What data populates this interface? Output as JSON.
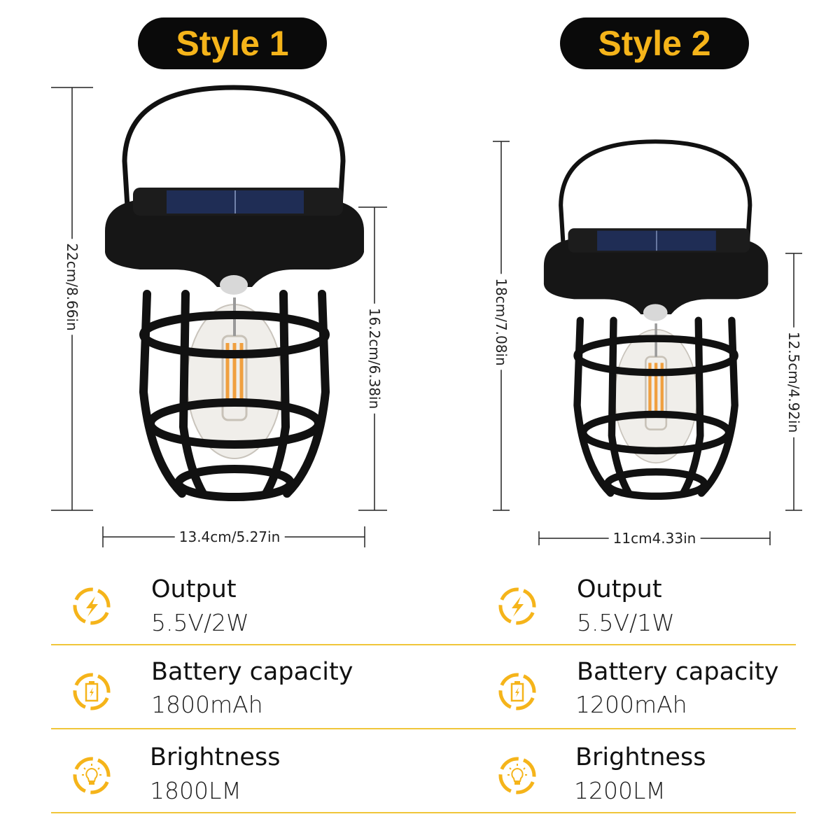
{
  "styles": [
    {
      "title": "Style 1",
      "dimensions": {
        "height_total": "22cm/8.66in",
        "height_body": "16.2cm/6.38in",
        "width": "13.4cm/5.27in"
      },
      "specs": [
        {
          "icon": "lightning-icon",
          "label": "Output",
          "value": "5.5V/2W"
        },
        {
          "icon": "battery-icon",
          "label": "Battery capacity",
          "value": "1800mAh"
        },
        {
          "icon": "lightbulb-icon",
          "label": "Brightness",
          "value": "1800LM"
        }
      ]
    },
    {
      "title": "Style 2",
      "dimensions": {
        "height_total": "18cm/7.08in",
        "height_body": "12.5cm/4.92in",
        "width": "11cm4.33in"
      },
      "specs": [
        {
          "icon": "lightning-icon",
          "label": "Output",
          "value": "5.5V/1W"
        },
        {
          "icon": "battery-icon",
          "label": "Battery capacity",
          "value": "1200mAh"
        },
        {
          "icon": "lightbulb-icon",
          "label": "Brightness",
          "value": "1200LM"
        }
      ]
    }
  ],
  "colors": {
    "accent": "#f5b41a",
    "divider": "#f0c53a",
    "pill": "#0a0a0a"
  }
}
